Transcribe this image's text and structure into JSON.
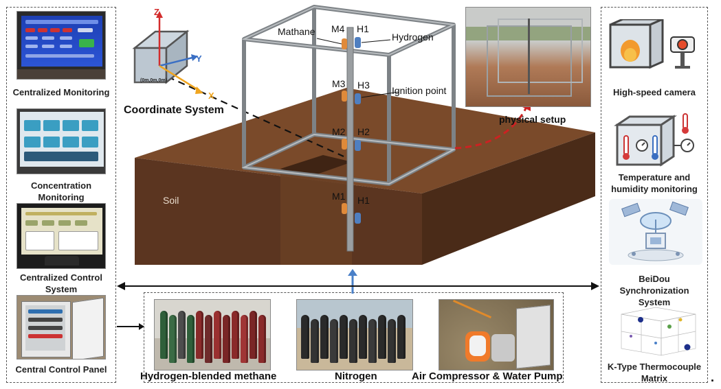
{
  "left_panel": {
    "items": [
      {
        "label": "Centralized Monitoring"
      },
      {
        "label_lines": [
          "Concentration",
          "Monitoring"
        ]
      },
      {
        "label_lines": [
          "Centralized Control",
          "System"
        ]
      },
      {
        "label": "Central Control Panel"
      }
    ]
  },
  "right_panel": {
    "items": [
      {
        "label": "High-speed camera"
      },
      {
        "label_lines": [
          "Temperature and",
          "humidity monitoring"
        ]
      },
      {
        "label_lines": [
          "BeiDou",
          "Synchronization",
          "System"
        ]
      },
      {
        "label_lines": [
          "K-Type Thermocouple",
          "Matrix"
        ]
      }
    ]
  },
  "bottom_panel": {
    "items": [
      {
        "label": "Hydrogen-blended methane"
      },
      {
        "label": "Nitrogen"
      },
      {
        "label": "Air Compressor & Water Pump"
      }
    ]
  },
  "center": {
    "coordinate_system_label": "Coordinate System",
    "axes": {
      "z": "Z",
      "y": "Y",
      "x": "X",
      "origin": "(0m,0m,0m)"
    },
    "soil_label": "Soil",
    "physical_setup_label": "physical setup",
    "annotations": {
      "methane": "Mathane",
      "hydrogen": "Hydrogen",
      "ignition": "Ignition point"
    },
    "sensors": {
      "m4": "M4",
      "h1_top": "H1",
      "m3": "M3",
      "h3": "H3",
      "m2": "M2",
      "h2": "H2",
      "m1": "M1",
      "h1_bottom": "H1"
    }
  },
  "trailing_mark": ".",
  "colors": {
    "soil_top": "#7a4a2a",
    "soil_side": "#5a3520",
    "methane_sensor": "#e08a3a",
    "hydrogen_sensor": "#4f7fc0",
    "arrow_blue": "#4a80c8",
    "dashed_red": "#cc2222"
  }
}
